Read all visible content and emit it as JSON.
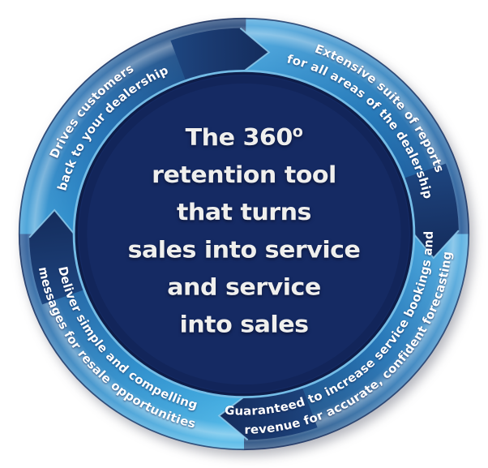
{
  "diagram": {
    "type": "circular-process-wheel",
    "direction": "clockwise",
    "center": {
      "line1_main": "The 360",
      "line1_sup": "o",
      "lines": [
        "retention tool",
        "that turns",
        "sales into service",
        "and service",
        "into sales"
      ]
    },
    "segments": {
      "top_left": {
        "line1": "Drives customers",
        "line2": "back to your dealership"
      },
      "top_right": {
        "line1": "Extensive suite of reports",
        "line2": "for all areas of the dealership"
      },
      "bottom_right": {
        "line1": "Guaranteed to increase service bookings and",
        "line2": "revenue for accurate, confident forecasting"
      },
      "bottom_left": {
        "line1": "Deliver simple and compelling",
        "line2": "messages for resale opportunities"
      }
    },
    "arrows": [
      "clockwise-arrow-top",
      "clockwise-arrow-right",
      "clockwise-arrow-bottom",
      "clockwise-arrow-left"
    ],
    "colors": {
      "background": "#FFFFFF",
      "center_navy": "#152A63",
      "center_edge": "#0E1D49",
      "arrow_navy": "#1A386E",
      "segment_light_start": "#49B4E6",
      "segment_mid": "#2478B8",
      "segment_dark_end": "#1A4478",
      "inner_ring_highlight": "#74BCE6",
      "ring_text": "#FFFFFF"
    }
  }
}
